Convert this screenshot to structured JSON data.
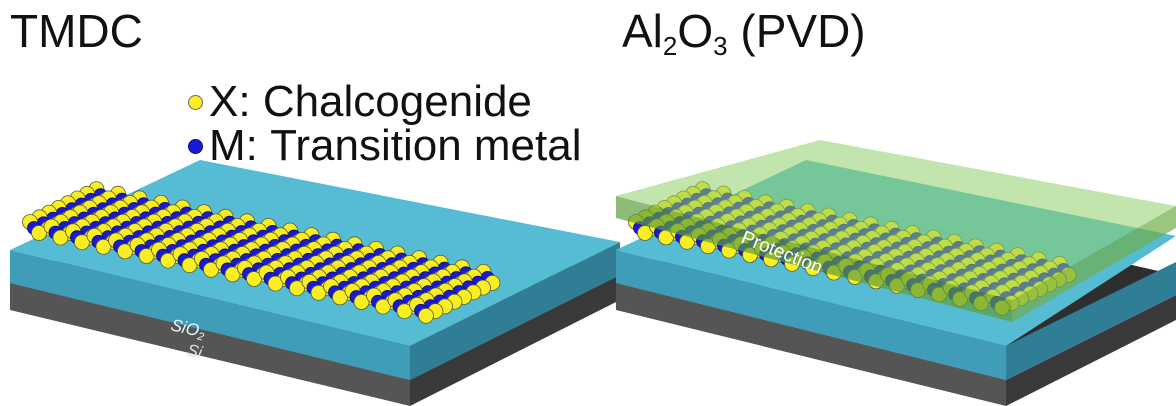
{
  "panels": [
    {
      "title": "TMDC",
      "legend": [
        {
          "symbol": "X",
          "label": "Chalcogenide",
          "color": "#f8ee22"
        },
        {
          "symbol": "M",
          "label": "Transition metal",
          "color": "#1a1ad6"
        }
      ],
      "layers": {
        "oxide_label": "SiO",
        "oxide_subscript": "2",
        "substrate_label": "Si"
      }
    },
    {
      "title_parts": {
        "base": "Al",
        "sub1": "2",
        "mid": "O",
        "sub2": "3",
        "suffix": " (PVD)"
      },
      "overlay_label": "Protection"
    }
  ],
  "colors": {
    "chalcogenide": "#f8ee22",
    "metal": "#1a1ad6",
    "oxide_top": "#56bcd3",
    "oxide_front": "#3f9db8",
    "silicon": "#3d3d3d",
    "protection": "#8fcf6a"
  }
}
